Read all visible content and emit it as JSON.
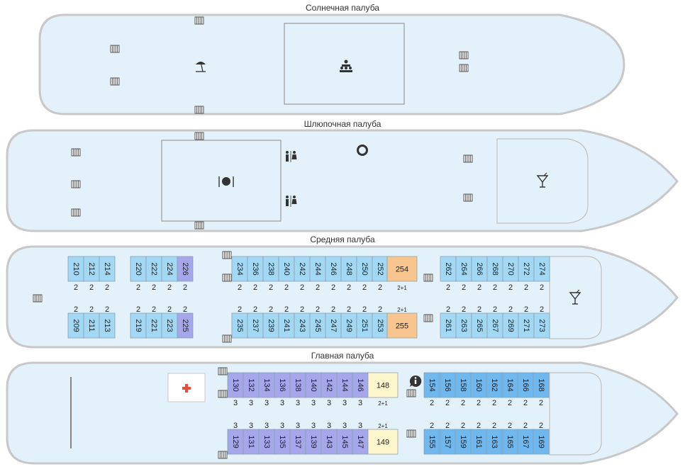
{
  "colors": {
    "hull_fill": "#e3f2fa",
    "hull_stroke": "#c8c8c8",
    "cabin_blue": "#a3d8f4",
    "cabin_purple": "#a6a7ea",
    "cabin_orange": "#f9c58f",
    "cabin_yellow": "#fef7cc",
    "cabin_blue_bright": "#6eb7ef",
    "label": "#333333"
  },
  "decks": [
    {
      "id": "sun",
      "title": "Солнечная палуба",
      "icons": [
        "stairs-icon",
        "stairs-icon",
        "stairs-icon",
        "stairs-icon",
        "stairs-icon",
        "stairs-icon",
        "beach-umbrella-icon",
        "conference-hall-icon"
      ]
    },
    {
      "id": "boat",
      "title": "Шлюпочная палуба",
      "icons": [
        "stairs-icon",
        "restaurant-icon",
        "restroom-icon",
        "lifebuoy-icon",
        "cocktail-bar-icon"
      ]
    },
    {
      "id": "middle",
      "title": "Средняя палуба",
      "cabin_rows": [
        {
          "row": "top",
          "cabins": [
            {
              "n": "210",
              "cap": "2",
              "c": "blue"
            },
            {
              "n": "212",
              "cap": "2",
              "c": "blue"
            },
            {
              "n": "214",
              "cap": "2",
              "c": "blue"
            },
            {
              "n": "220",
              "cap": "2",
              "c": "blue"
            },
            {
              "n": "222",
              "cap": "2",
              "c": "blue"
            },
            {
              "n": "224",
              "cap": "2",
              "c": "blue"
            },
            {
              "n": "226",
              "cap": "2",
              "c": "purple"
            },
            {
              "n": "234",
              "cap": "2",
              "c": "blue"
            },
            {
              "n": "236",
              "cap": "2",
              "c": "blue"
            },
            {
              "n": "238",
              "cap": "2",
              "c": "blue"
            },
            {
              "n": "240",
              "cap": "2",
              "c": "blue"
            },
            {
              "n": "242",
              "cap": "2",
              "c": "blue"
            },
            {
              "n": "244",
              "cap": "2",
              "c": "blue"
            },
            {
              "n": "246",
              "cap": "2",
              "c": "blue"
            },
            {
              "n": "248",
              "cap": "2",
              "c": "blue"
            },
            {
              "n": "250",
              "cap": "2",
              "c": "blue"
            },
            {
              "n": "252",
              "cap": "2",
              "c": "blue"
            },
            {
              "n": "254",
              "cap": "2+1",
              "c": "orange"
            },
            {
              "n": "262",
              "cap": "2",
              "c": "blue"
            },
            {
              "n": "264",
              "cap": "2",
              "c": "blue"
            },
            {
              "n": "266",
              "cap": "2",
              "c": "blue"
            },
            {
              "n": "268",
              "cap": "2",
              "c": "blue"
            },
            {
              "n": "270",
              "cap": "2",
              "c": "blue"
            },
            {
              "n": "272",
              "cap": "2",
              "c": "blue"
            },
            {
              "n": "274",
              "cap": "2",
              "c": "blue"
            }
          ]
        },
        {
          "row": "bottom",
          "cabins": [
            {
              "n": "209",
              "cap": "2",
              "c": "blue"
            },
            {
              "n": "211",
              "cap": "2",
              "c": "blue"
            },
            {
              "n": "213",
              "cap": "2",
              "c": "blue"
            },
            {
              "n": "219",
              "cap": "2",
              "c": "blue"
            },
            {
              "n": "221",
              "cap": "2",
              "c": "blue"
            },
            {
              "n": "223",
              "cap": "2",
              "c": "blue"
            },
            {
              "n": "225",
              "cap": "2",
              "c": "purple"
            },
            {
              "n": "235",
              "cap": "2",
              "c": "blue"
            },
            {
              "n": "237",
              "cap": "2",
              "c": "blue"
            },
            {
              "n": "239",
              "cap": "2",
              "c": "blue"
            },
            {
              "n": "241",
              "cap": "2",
              "c": "blue"
            },
            {
              "n": "243",
              "cap": "2",
              "c": "blue"
            },
            {
              "n": "245",
              "cap": "2",
              "c": "blue"
            },
            {
              "n": "247",
              "cap": "2",
              "c": "blue"
            },
            {
              "n": "249",
              "cap": "2",
              "c": "blue"
            },
            {
              "n": "251",
              "cap": "2",
              "c": "blue"
            },
            {
              "n": "253",
              "cap": "2",
              "c": "blue"
            },
            {
              "n": "255",
              "cap": "2+1",
              "c": "orange"
            },
            {
              "n": "261",
              "cap": "2",
              "c": "blue"
            },
            {
              "n": "263",
              "cap": "2",
              "c": "blue"
            },
            {
              "n": "265",
              "cap": "2",
              "c": "blue"
            },
            {
              "n": "267",
              "cap": "2",
              "c": "blue"
            },
            {
              "n": "269",
              "cap": "2",
              "c": "blue"
            },
            {
              "n": "271",
              "cap": "2",
              "c": "blue"
            },
            {
              "n": "273",
              "cap": "2",
              "c": "blue"
            }
          ]
        }
      ]
    },
    {
      "id": "main",
      "title": "Главная палуба",
      "cabin_rows": [
        {
          "row": "top",
          "cabins": [
            {
              "n": "130",
              "cap": "3",
              "c": "purple"
            },
            {
              "n": "132",
              "cap": "3",
              "c": "purple"
            },
            {
              "n": "134",
              "cap": "3",
              "c": "purple"
            },
            {
              "n": "136",
              "cap": "3",
              "c": "purple"
            },
            {
              "n": "138",
              "cap": "3",
              "c": "purple"
            },
            {
              "n": "140",
              "cap": "3",
              "c": "purple"
            },
            {
              "n": "142",
              "cap": "3",
              "c": "purple"
            },
            {
              "n": "144",
              "cap": "3",
              "c": "purple"
            },
            {
              "n": "146",
              "cap": "3",
              "c": "purple"
            },
            {
              "n": "148",
              "cap": "2+1",
              "c": "yellow"
            },
            {
              "n": "154",
              "cap": "2",
              "c": "bright"
            },
            {
              "n": "156",
              "cap": "2",
              "c": "bright"
            },
            {
              "n": "158",
              "cap": "2",
              "c": "bright"
            },
            {
              "n": "160",
              "cap": "2",
              "c": "bright"
            },
            {
              "n": "162",
              "cap": "2",
              "c": "bright"
            },
            {
              "n": "164",
              "cap": "2",
              "c": "bright"
            },
            {
              "n": "166",
              "cap": "2",
              "c": "bright"
            },
            {
              "n": "168",
              "cap": "2",
              "c": "bright"
            }
          ]
        },
        {
          "row": "bottom",
          "cabins": [
            {
              "n": "129",
              "cap": "3",
              "c": "purple"
            },
            {
              "n": "131",
              "cap": "3",
              "c": "purple"
            },
            {
              "n": "133",
              "cap": "3",
              "c": "purple"
            },
            {
              "n": "135",
              "cap": "3",
              "c": "purple"
            },
            {
              "n": "137",
              "cap": "3",
              "c": "purple"
            },
            {
              "n": "139",
              "cap": "3",
              "c": "purple"
            },
            {
              "n": "143",
              "cap": "3",
              "c": "purple"
            },
            {
              "n": "145",
              "cap": "3",
              "c": "purple"
            },
            {
              "n": "147",
              "cap": "3",
              "c": "purple"
            },
            {
              "n": "149",
              "cap": "2+1",
              "c": "yellow"
            },
            {
              "n": "155",
              "cap": "2",
              "c": "bright"
            },
            {
              "n": "157",
              "cap": "2",
              "c": "bright"
            },
            {
              "n": "159",
              "cap": "2",
              "c": "bright"
            },
            {
              "n": "161",
              "cap": "2",
              "c": "bright"
            },
            {
              "n": "163",
              "cap": "2",
              "c": "bright"
            },
            {
              "n": "165",
              "cap": "2",
              "c": "bright"
            },
            {
              "n": "167",
              "cap": "2",
              "c": "bright"
            },
            {
              "n": "169",
              "cap": "2",
              "c": "bright"
            }
          ]
        }
      ],
      "icons": [
        "medical-cross-icon",
        "info-icon",
        "stairs-icon"
      ]
    }
  ]
}
